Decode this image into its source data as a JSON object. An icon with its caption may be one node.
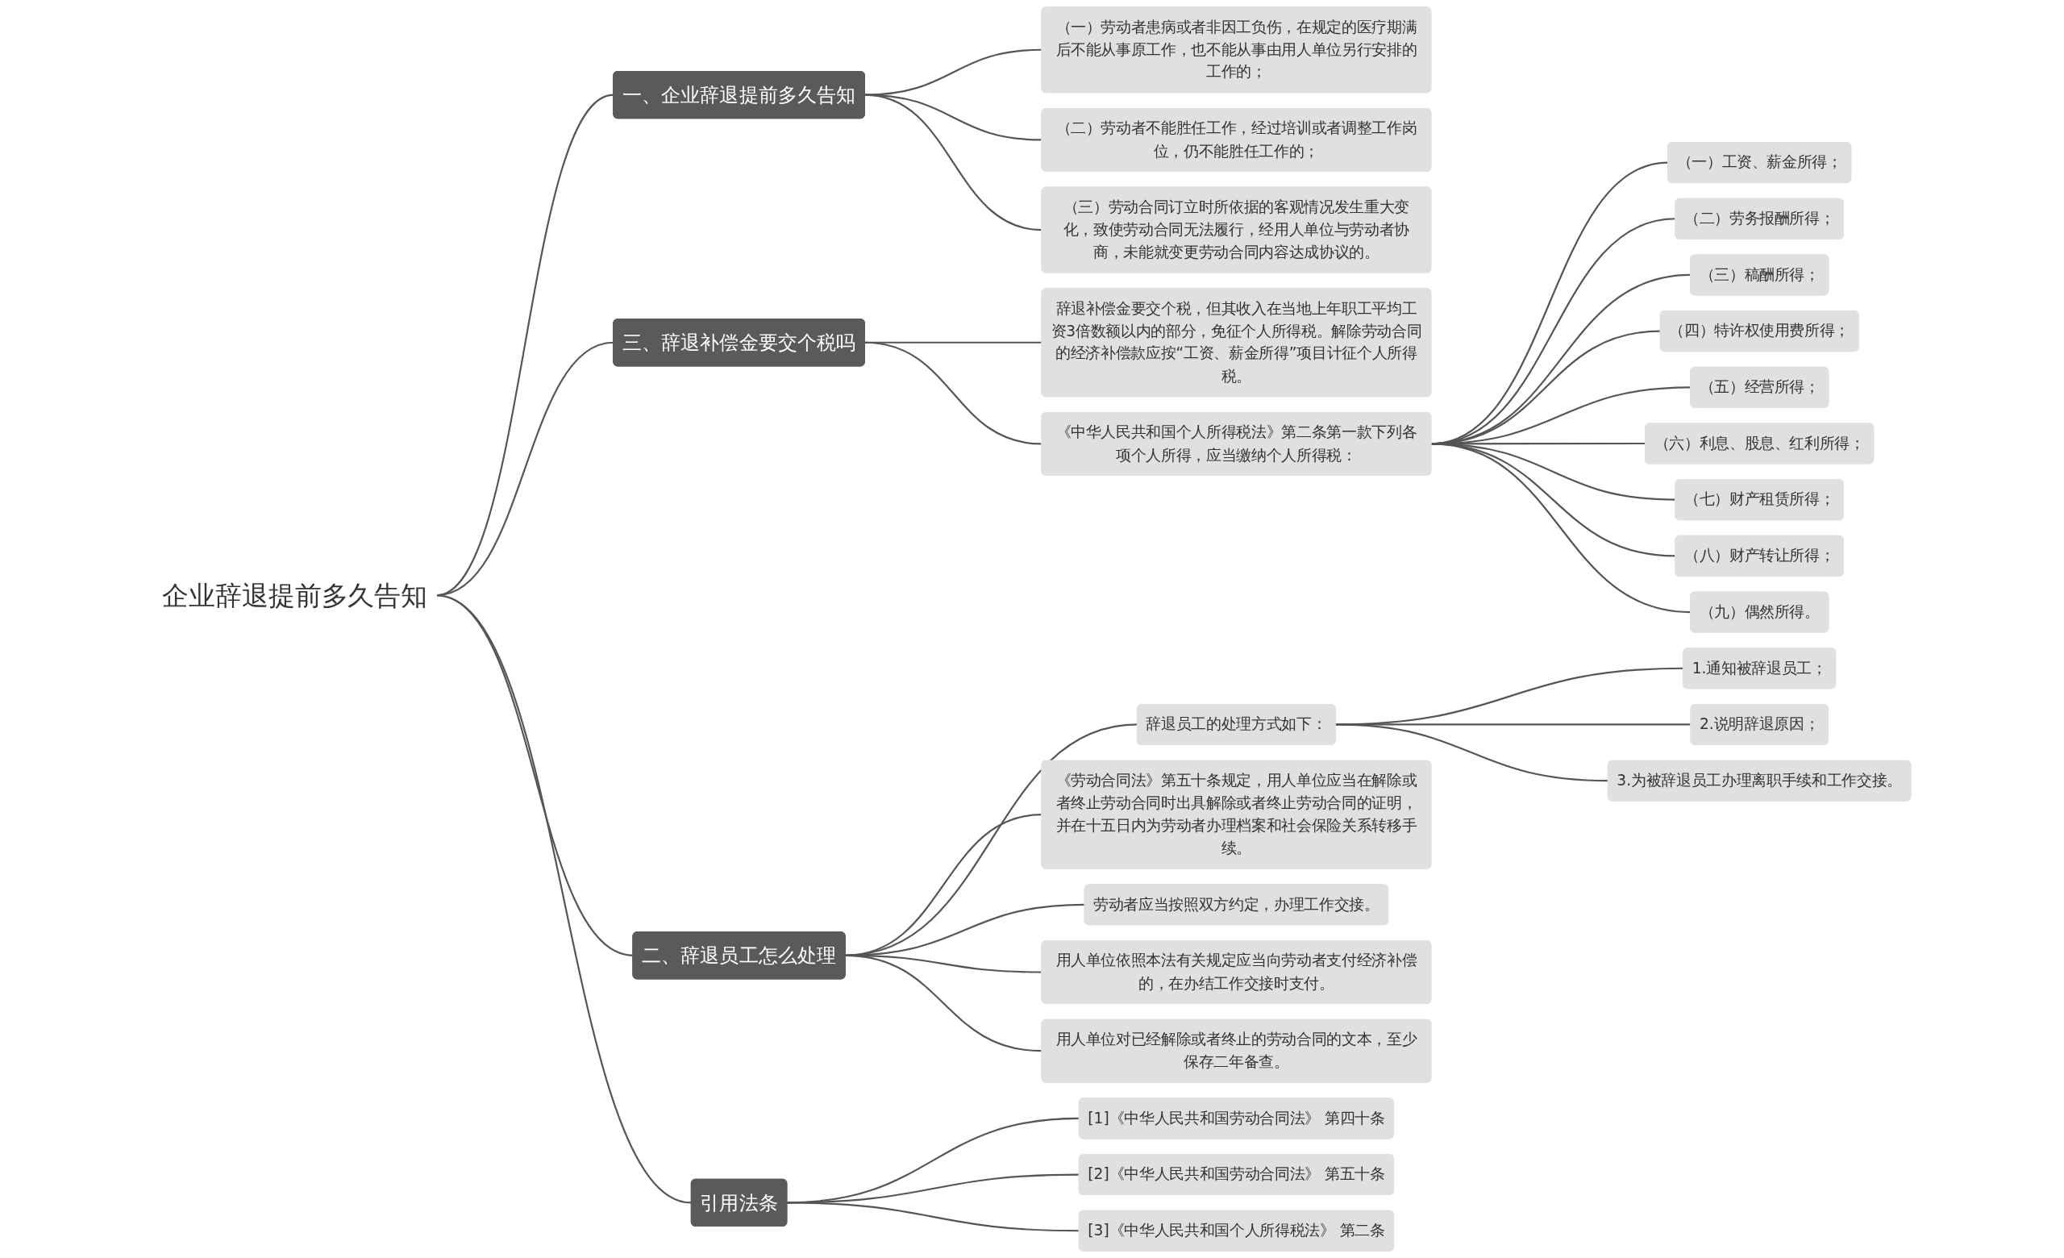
{
  "diagram": {
    "nodes": [
      {
        "text": [
          "企业辞退提前多久告知"
        ]
      },
      {
        "text": [
          "一、企业辞退提前多久告知"
        ]
      },
      {
        "text": [
          "（一）劳动者患病或者非因工负伤，在规定的医疗期满后不能从事原工作，也不能从事由用人单位另行安排的工作的；"
        ]
      },
      {
        "text": [
          "（二）劳动者不能胜任工作，经过培训或者调整工作岗位，仍不能胜任工作的；"
        ]
      },
      {
        "text": [
          "（三）劳动合同订立时所依据的客观情况发生重大变化，致使劳动合同无法履行，经用人单位与劳动者协商，未能就变更劳动合同内容达成协议的。"
        ]
      },
      {
        "text": [
          "三、辞退补偿金要交个税吗"
        ]
      },
      {
        "text": [
          "辞退补偿金要交个税，但其收入在当地上年职工平均工资3倍数额以内的部分，免征个人所得税。解除劳动合同的经济补偿款应按“工资、薪金所得”项目计征个人所得税。"
        ]
      },
      {
        "text": [
          "《中华人民共和国个人所得税法》第二条第一款下列各项个人所得，应当缴纳个人所得税："
        ]
      },
      {
        "text": [
          "（一）工资、薪金所得；"
        ]
      },
      {
        "text": [
          "（二）劳务报酬所得；"
        ]
      },
      {
        "text": [
          "（三）稿酬所得；"
        ]
      },
      {
        "text": [
          "（四）特许权使用费所得；"
        ]
      },
      {
        "text": [
          "（五）经营所得；"
        ]
      },
      {
        "text": [
          "（六）利息、股息、红利所得；"
        ]
      },
      {
        "text": [
          "（七）财产租赁所得；"
        ]
      },
      {
        "text": [
          "（八）财产转让所得；"
        ]
      },
      {
        "text": [
          "（九）偶然所得。"
        ]
      },
      {
        "text": [
          "二、辞退员工怎么处理"
        ]
      },
      {
        "text": [
          "辞退员工的处理方式如下："
        ]
      },
      {
        "text": [
          "1.通知被辞退员工；"
        ]
      },
      {
        "text": [
          "2.说明辞退原因；"
        ]
      },
      {
        "text": [
          "3.为被辞退员工办理离职手续和工作交接。"
        ]
      },
      {
        "text": [
          "《劳动合同法》第五十条规定，用人单位应当在解除或者终止劳动合同时出具解除或者终止劳动合同的证明，并在十五日内为劳动者办理档案和社会保险关系转移手续。"
        ]
      },
      {
        "text": [
          "劳动者应当按照双方约定，办理工作交接。"
        ]
      },
      {
        "text": [
          "用人单位依照本法有关规定应当向劳动者支付经济补偿的，在办结工作交接时支付。"
        ]
      },
      {
        "text": [
          "用人单位对已经解除或者终止的劳动合同的文本，至少保存二年备查。"
        ]
      },
      {
        "text": [
          "引用法条"
        ]
      },
      {
        "text": [
          "[1]《中华人民共和国劳动合同法》 第四十条"
        ]
      },
      {
        "text": [
          "[2]《中华人民共和国劳动合同法》 第五十条"
        ]
      },
      {
        "text": [
          "[3]《中华人民共和国个人所得税法》 第二条"
        ]
      }
    ],
    "edges": [
      {
        "from": 0,
        "to": 1,
        "arrow": "none"
      },
      {
        "from": 1,
        "to": 2,
        "arrow": "none"
      },
      {
        "from": 1,
        "to": 3,
        "arrow": "none"
      },
      {
        "from": 1,
        "to": 4,
        "arrow": "none"
      },
      {
        "from": 0,
        "to": 5,
        "arrow": "none"
      },
      {
        "from": 5,
        "to": 6,
        "arrow": "none"
      },
      {
        "from": 5,
        "to": 7,
        "arrow": "none"
      },
      {
        "from": 7,
        "to": 8,
        "arrow": "none"
      },
      {
        "from": 7,
        "to": 9,
        "arrow": "none"
      },
      {
        "from": 7,
        "to": 10,
        "arrow": "none"
      },
      {
        "from": 7,
        "to": 11,
        "arrow": "none"
      },
      {
        "from": 7,
        "to": 12,
        "arrow": "none"
      },
      {
        "from": 7,
        "to": 13,
        "arrow": "none"
      },
      {
        "from": 7,
        "to": 14,
        "arrow": "none"
      },
      {
        "from": 7,
        "to": 15,
        "arrow": "none"
      },
      {
        "from": 7,
        "to": 16,
        "arrow": "none"
      },
      {
        "from": 0,
        "to": 17,
        "arrow": "none"
      },
      {
        "from": 17,
        "to": 18,
        "arrow": "none"
      },
      {
        "from": 18,
        "to": 19,
        "arrow": "none"
      },
      {
        "from": 18,
        "to": 20,
        "arrow": "none"
      },
      {
        "from": 18,
        "to": 21,
        "arrow": "none"
      },
      {
        "from": 17,
        "to": 22,
        "arrow": "none"
      },
      {
        "from": 17,
        "to": 23,
        "arrow": "none"
      },
      {
        "from": 17,
        "to": 24,
        "arrow": "none"
      },
      {
        "from": 17,
        "to": 25,
        "arrow": "none"
      },
      {
        "from": 0,
        "to": 26,
        "arrow": "none"
      },
      {
        "from": 26,
        "to": 27,
        "arrow": "none"
      },
      {
        "from": 26,
        "to": 28,
        "arrow": "none"
      },
      {
        "from": 26,
        "to": 29,
        "arrow": "none"
      }
    ]
  }
}
